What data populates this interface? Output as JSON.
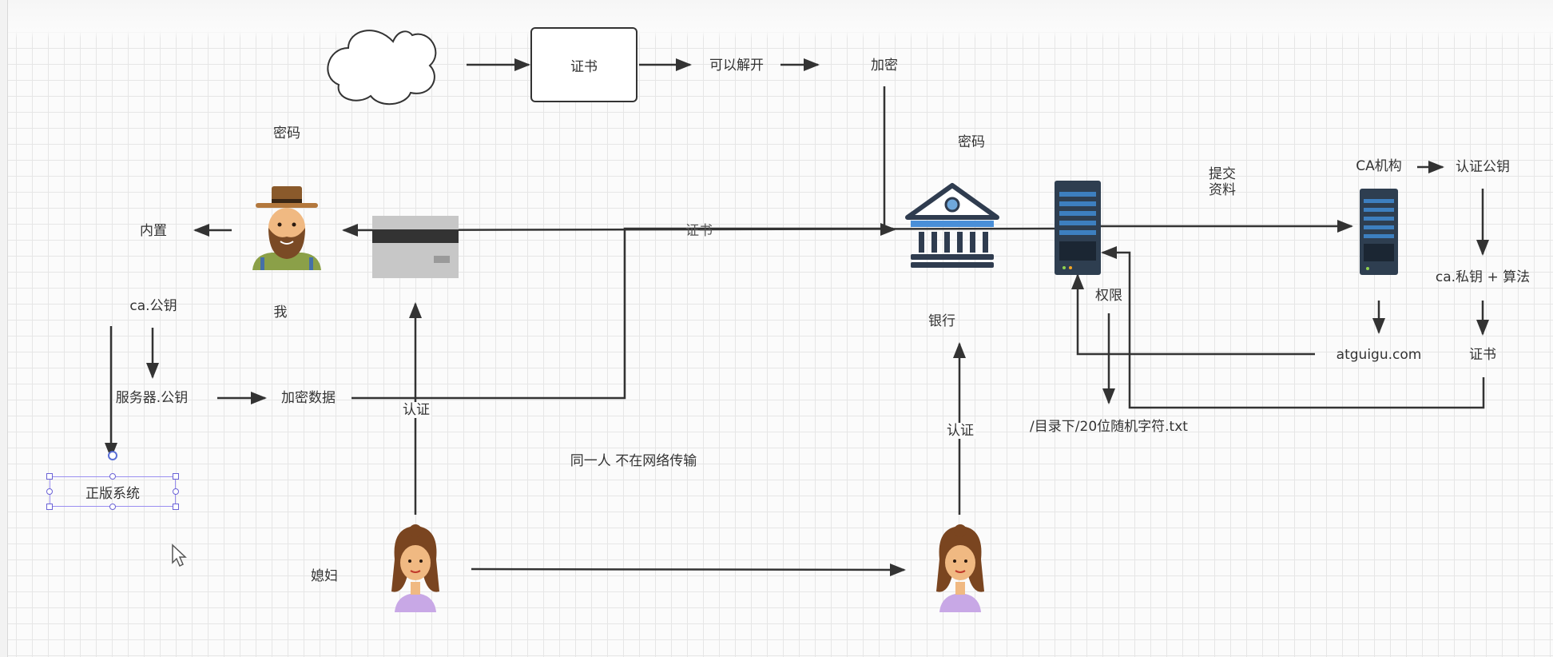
{
  "labels": {
    "cert_box": "证书",
    "can_decrypt": "可以解开",
    "encrypt": "加密",
    "password_left": "密码",
    "password_right": "密码",
    "builtin": "内置",
    "me": "我",
    "ca_pubkey": "ca.公钥",
    "server_pubkey": "服务器.公钥",
    "encrypted_data": "加密数据",
    "auth_left": "认证",
    "auth_right": "认证",
    "genuine_system": "正版系统",
    "wife": "媳妇",
    "same_person": "同一人 不在网络传输",
    "cert_mid": "证书",
    "bank": "银行",
    "submit_docs": "提交\n资料",
    "permission": "权限",
    "file_path": "/目录下/20位随机字符.txt",
    "ca_org": "CA机构",
    "auth_pubkey": "认证公钥",
    "ca_privkey_algo": "ca.私钥 + 算法",
    "domain": "atguigu.com",
    "cert_right": "证书"
  },
  "icons": [
    "cloud-icon",
    "man-avatar-icon",
    "bank-card-icon",
    "bank-building-icon",
    "server-icon",
    "woman-avatar-icon",
    "mouse-cursor-icon"
  ],
  "colors": {
    "line": "#333333",
    "grid": "#e6e6e6",
    "selection": "#6b63d6",
    "server_body": "#2e3e50",
    "bank_accent": "#4a8fd8"
  }
}
